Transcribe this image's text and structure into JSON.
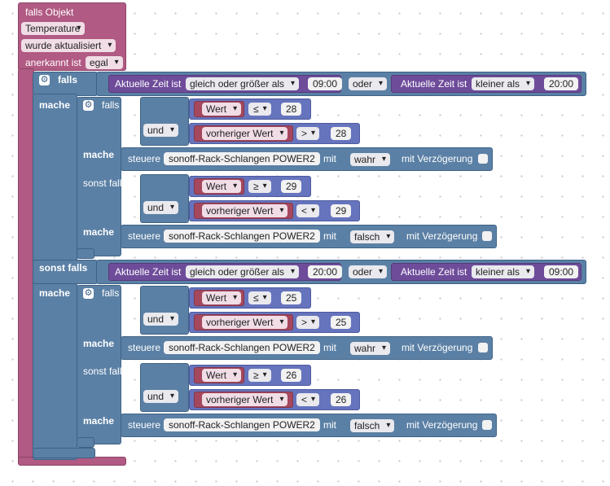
{
  "trigger": {
    "title": "falls Objekt",
    "object_name": "Temperature",
    "event": "wurde aktualisiert",
    "ack_label": "anerkannt ist",
    "ack_value": "egal"
  },
  "labels": {
    "falls": "falls",
    "mache": "mache",
    "sonst_falls": "sonst falls",
    "steuere": "steuere",
    "mit": "mit",
    "mit_verzoegerung": "mit Verzögerung",
    "aktuelle_zeit_ist": "Aktuelle Zeit ist"
  },
  "branches": [
    {
      "time_op1": "gleich oder größer als",
      "time_val1": "09:00",
      "logic": "oder",
      "time_op2": "kleiner als",
      "time_val2": "20:00",
      "inner": [
        {
          "c1_var": "Wert",
          "c1_op": "≤",
          "c1_val": "28",
          "join": "und",
          "c2_var": "vorheriger Wert",
          "c2_op": ">",
          "c2_val": "28",
          "device": "sonoff-Rack-Schlangen POWER2",
          "state": "wahr"
        },
        {
          "c1_var": "Wert",
          "c1_op": "≥",
          "c1_val": "29",
          "join": "und",
          "c2_var": "vorheriger Wert",
          "c2_op": "<",
          "c2_val": "29",
          "device": "sonoff-Rack-Schlangen POWER2",
          "state": "falsch"
        }
      ]
    },
    {
      "time_op1": "gleich oder größer als",
      "time_val1": "20:00",
      "logic": "oder",
      "time_op2": "kleiner als",
      "time_val2": "09:00",
      "inner": [
        {
          "c1_var": "Wert",
          "c1_op": "≤",
          "c1_val": "25",
          "join": "und",
          "c2_var": "vorheriger Wert",
          "c2_op": ">",
          "c2_val": "25",
          "device": "sonoff-Rack-Schlangen POWER2",
          "state": "wahr"
        },
        {
          "c1_var": "Wert",
          "c1_op": "≥",
          "c1_val": "26",
          "join": "und",
          "c2_var": "vorheriger Wert",
          "c2_op": "<",
          "c2_val": "26",
          "device": "sonoff-Rack-Schlangen POWER2",
          "state": "falsch"
        }
      ]
    }
  ]
}
